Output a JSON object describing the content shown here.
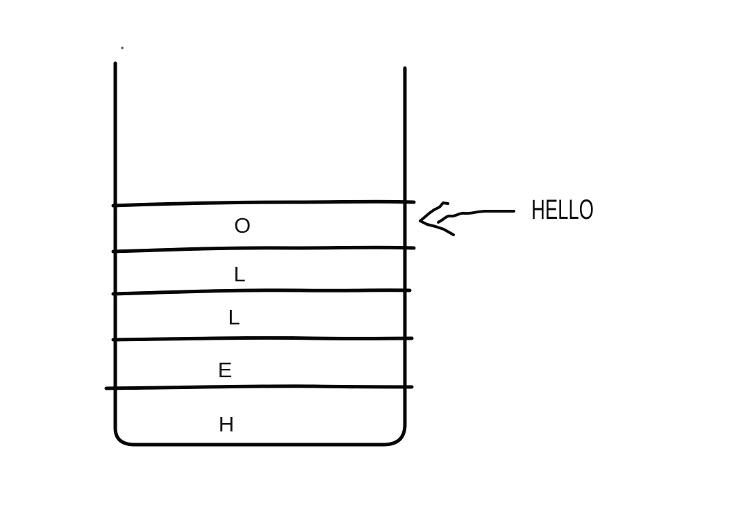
{
  "colors": {
    "ink": "#000000",
    "background": "#ffffff"
  },
  "stack": {
    "items_top_to_bottom": [
      {
        "label": "O"
      },
      {
        "label": "L"
      },
      {
        "label": "L"
      },
      {
        "label": "E"
      },
      {
        "label": "H"
      }
    ]
  },
  "annotation": {
    "label": "HELLO",
    "arrow_icon": "hand-drawn-arrow-left-icon"
  }
}
